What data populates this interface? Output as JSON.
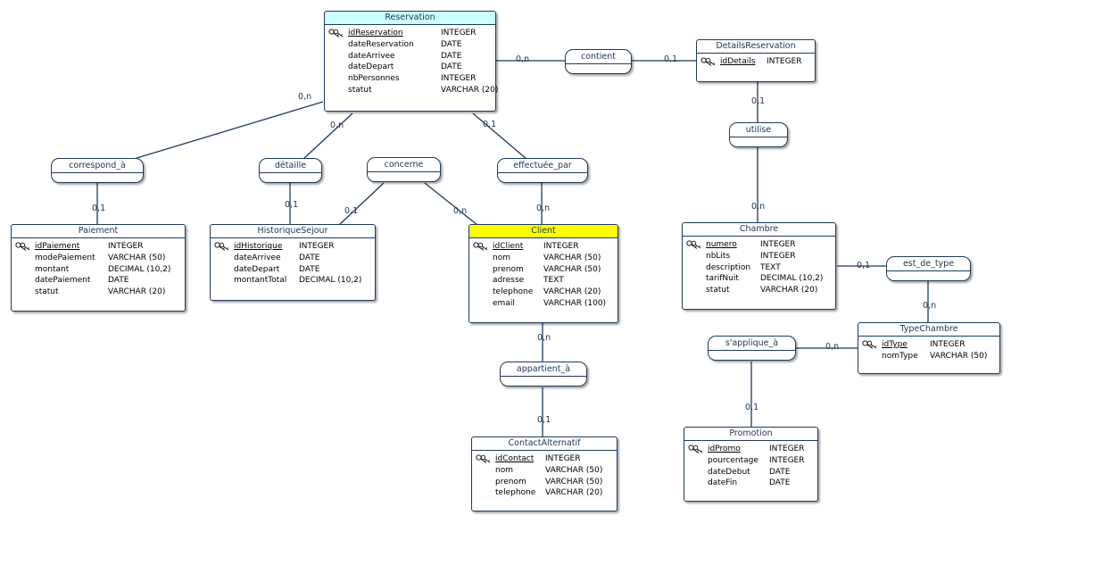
{
  "entities": {
    "reservation": {
      "name": "Reservation",
      "header_color": "#ccffff",
      "attributes": [
        {
          "name": "idReservation",
          "type": "INTEGER",
          "pk": true
        },
        {
          "name": "dateReservation",
          "type": "DATE"
        },
        {
          "name": "dateArrivee",
          "type": "DATE"
        },
        {
          "name": "dateDepart",
          "type": "DATE"
        },
        {
          "name": "nbPersonnes",
          "type": "INTEGER"
        },
        {
          "name": "statut",
          "type": "VARCHAR (20)"
        }
      ]
    },
    "details": {
      "name": "DetailsReservation",
      "header_color": "#ffffff",
      "attributes": [
        {
          "name": "idDetails",
          "type": "INTEGER",
          "pk": true
        }
      ]
    },
    "paiement": {
      "name": "Paiement",
      "header_color": "#ffffff",
      "attributes": [
        {
          "name": "idPaiement",
          "type": "INTEGER",
          "pk": true
        },
        {
          "name": "modePaiement",
          "type": "VARCHAR (50)"
        },
        {
          "name": "montant",
          "type": "DECIMAL (10,2)"
        },
        {
          "name": "datePaiement",
          "type": "DATE"
        },
        {
          "name": "statut",
          "type": "VARCHAR (20)"
        }
      ]
    },
    "historique": {
      "name": "HistoriqueSejour",
      "header_color": "#ffffff",
      "attributes": [
        {
          "name": "idHistorique",
          "type": "INTEGER",
          "pk": true
        },
        {
          "name": "dateArrivee",
          "type": "DATE"
        },
        {
          "name": "dateDepart",
          "type": "DATE"
        },
        {
          "name": "montantTotal",
          "type": "DECIMAL (10,2)"
        }
      ]
    },
    "client": {
      "name": "Client",
      "header_color": "#ffff00",
      "attributes": [
        {
          "name": "idClient",
          "type": "INTEGER",
          "pk": true
        },
        {
          "name": "nom",
          "type": "VARCHAR (50)"
        },
        {
          "name": "prenom",
          "type": "VARCHAR (50)"
        },
        {
          "name": "adresse",
          "type": "TEXT"
        },
        {
          "name": "telephone",
          "type": "VARCHAR (20)"
        },
        {
          "name": "email",
          "type": "VARCHAR (100)"
        }
      ]
    },
    "chambre": {
      "name": "Chambre",
      "header_color": "#ffffff",
      "attributes": [
        {
          "name": "numero",
          "type": "INTEGER",
          "pk": true
        },
        {
          "name": "nbLits",
          "type": "INTEGER"
        },
        {
          "name": "description",
          "type": "TEXT"
        },
        {
          "name": "tarifNuit",
          "type": "DECIMAL (10,2)"
        },
        {
          "name": "statut",
          "type": "VARCHAR (20)"
        }
      ]
    },
    "typechambre": {
      "name": "TypeChambre",
      "header_color": "#ffffff",
      "attributes": [
        {
          "name": "idType",
          "type": "INTEGER",
          "pk": true
        },
        {
          "name": "nomType",
          "type": "VARCHAR (50)"
        }
      ]
    },
    "contact": {
      "name": "ContactAlternatif",
      "header_color": "#ffffff",
      "attributes": [
        {
          "name": "idContact",
          "type": "INTEGER",
          "pk": true
        },
        {
          "name": "nom",
          "type": "VARCHAR (50)"
        },
        {
          "name": "prenom",
          "type": "VARCHAR (50)"
        },
        {
          "name": "telephone",
          "type": "VARCHAR (20)"
        }
      ]
    },
    "promotion": {
      "name": "Promotion",
      "header_color": "#ffffff",
      "attributes": [
        {
          "name": "idPromo",
          "type": "INTEGER",
          "pk": true
        },
        {
          "name": "pourcentage",
          "type": "INTEGER"
        },
        {
          "name": "dateDebut",
          "type": "DATE"
        },
        {
          "name": "dateFin",
          "type": "DATE"
        }
      ]
    }
  },
  "associations": {
    "contient": "contient",
    "correspond": "correspond_à",
    "detaille": "détaille",
    "concerne": "concerne",
    "effectuee": "effectuée_par",
    "utilise": "utilise",
    "est_de_type": "est_de_type",
    "appartient": "appartient_à",
    "applique": "s'applique_à"
  },
  "cardinalities": {
    "res_contient": "0,n",
    "details_contient": "0,1",
    "res_correspond": "0,n",
    "paiement_correspond": "0,1",
    "res_detaille": "0,n",
    "historique_detaille": "0,1",
    "historique_concerne": "0,1",
    "client_concerne": "0,n",
    "res_effectuee": "0,1",
    "client_effectuee": "0,n",
    "details_utilise": "0,1",
    "chambre_utilise": "0,n",
    "chambre_est_de_type": "0,1",
    "type_est_de_type": "0,n",
    "client_appartient": "0,n",
    "contact_appartient": "0,1",
    "type_applique": "0,n",
    "promo_applique": "0,1"
  }
}
